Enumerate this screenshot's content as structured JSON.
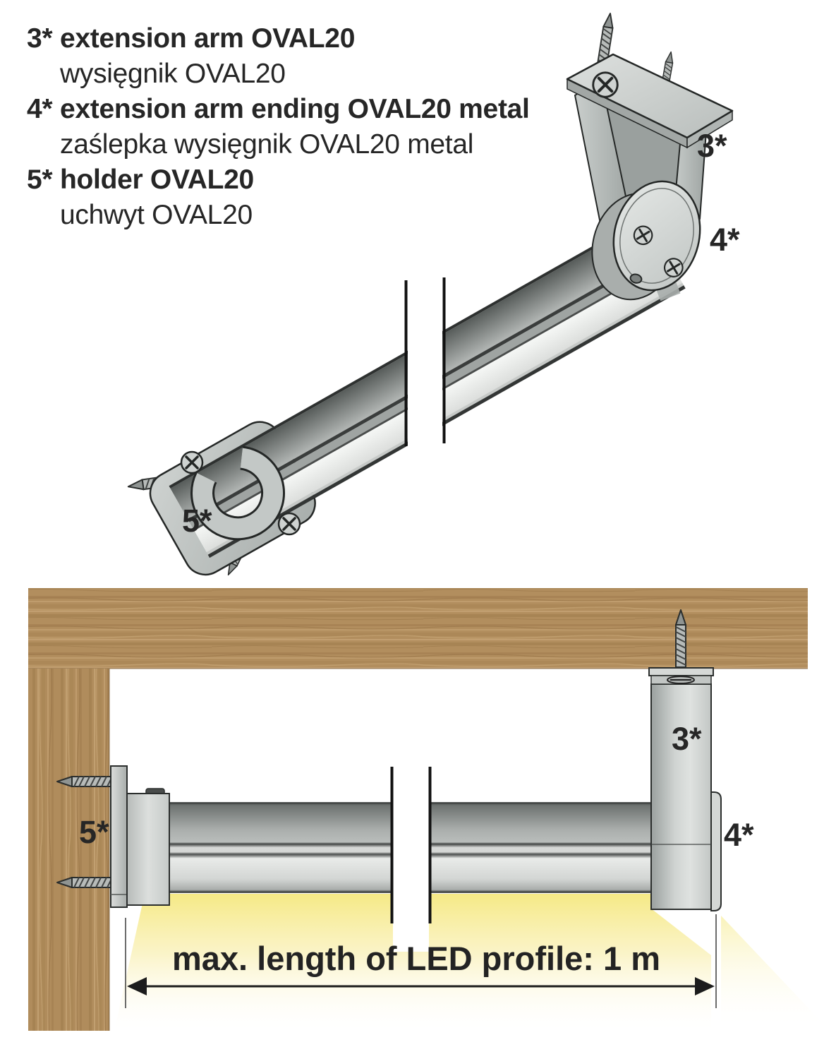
{
  "legend": {
    "items": [
      {
        "num": "3*",
        "en": "extension arm OVAL20",
        "pl": "wysięgnik OVAL20"
      },
      {
        "num": "4*",
        "en": "extension arm ending OVAL20 metal",
        "pl": "zaślepka wysięgnik OVAL20 metal"
      },
      {
        "num": "5*",
        "en": "holder OVAL20",
        "pl": "uchwyt OVAL20"
      }
    ]
  },
  "top_diagram": {
    "label_arm": "3*",
    "label_ending": "4*",
    "label_holder": "5*"
  },
  "bottom_diagram": {
    "label_arm": "3*",
    "label_ending": "4*",
    "label_holder": "5*",
    "dimension_label": "max. length of LED profile: 1 m"
  },
  "colors": {
    "light_beam": "#f5e87d",
    "wood": "#b28e5e",
    "metal_light": "#d6d9d7",
    "metal_mid": "#b7bbb9",
    "outline": "#2b2e2d",
    "text": "#262626"
  }
}
